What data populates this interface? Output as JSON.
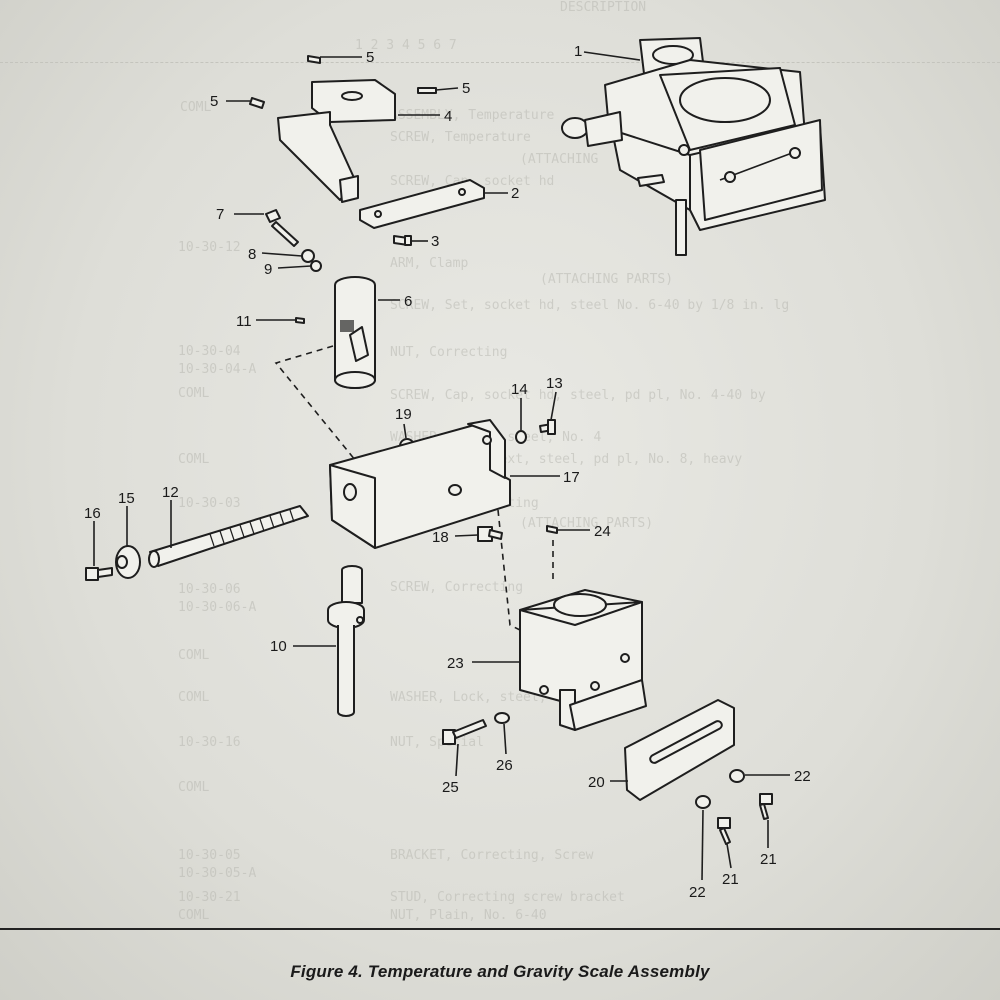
{
  "figure": {
    "caption": "Figure 4. Temperature and Gravity Scale Assembly"
  },
  "callouts": {
    "c1": "1",
    "c2": "2",
    "c3": "3",
    "c4": "4",
    "c5a": "5",
    "c5b": "5",
    "c5c": "5",
    "c6": "6",
    "c7": "7",
    "c8": "8",
    "c9": "9",
    "c10": "10",
    "c11": "11",
    "c12": "12",
    "c13": "13",
    "c14": "14",
    "c15": "15",
    "c16": "16",
    "c17": "17",
    "c18": "18",
    "c19": "19",
    "c20": "20",
    "c21a": "21",
    "c21b": "21",
    "c22a": "22",
    "c22b": "22",
    "c23": "23",
    "c24": "24",
    "c25": "25",
    "c26": "26"
  },
  "background_text": {
    "rows": [
      "DESCRIPTION",
      "1 2 3 4 5 6 7",
      "ASSEMBLY, Temperature",
      "SCREW, Temperature",
      "(ATTACHING",
      "SCREW, Cap, socket hd",
      "ARM, Clamp",
      "(ATTACHING PARTS)",
      "SCREW, Set, socket hd, steel No. 6-40 by 1/8 in. lg",
      "NUT, Correcting",
      "SCREW, Cap, socket hd, steel, pd pl, No. 4-40 by",
      "WASHER, Plain, steel, No. 4",
      "WASHER, Lock, ext, steel, pd pl, No. 8, heavy",
      "BRACKET, Correcting",
      "(ATTACHING PARTS)",
      "SCREW, Correcting",
      "WASHER, Lock, steel, No. 4",
      "NUT, Special",
      "BRACKET, Correcting, Screw",
      "STUD, Correcting screw bracket",
      "NUT, Plain, No. 6-40"
    ],
    "codes": [
      "COML",
      "10-30-12",
      "10-30-04",
      "10-30-04-A",
      "COML",
      "COML",
      "10-30-03",
      "10-30-06",
      "10-30-06-A",
      "COML",
      "COML",
      "10-30-16",
      "COML",
      "10-30-05",
      "10-30-05-A",
      "10-30-21",
      "COML"
    ]
  }
}
